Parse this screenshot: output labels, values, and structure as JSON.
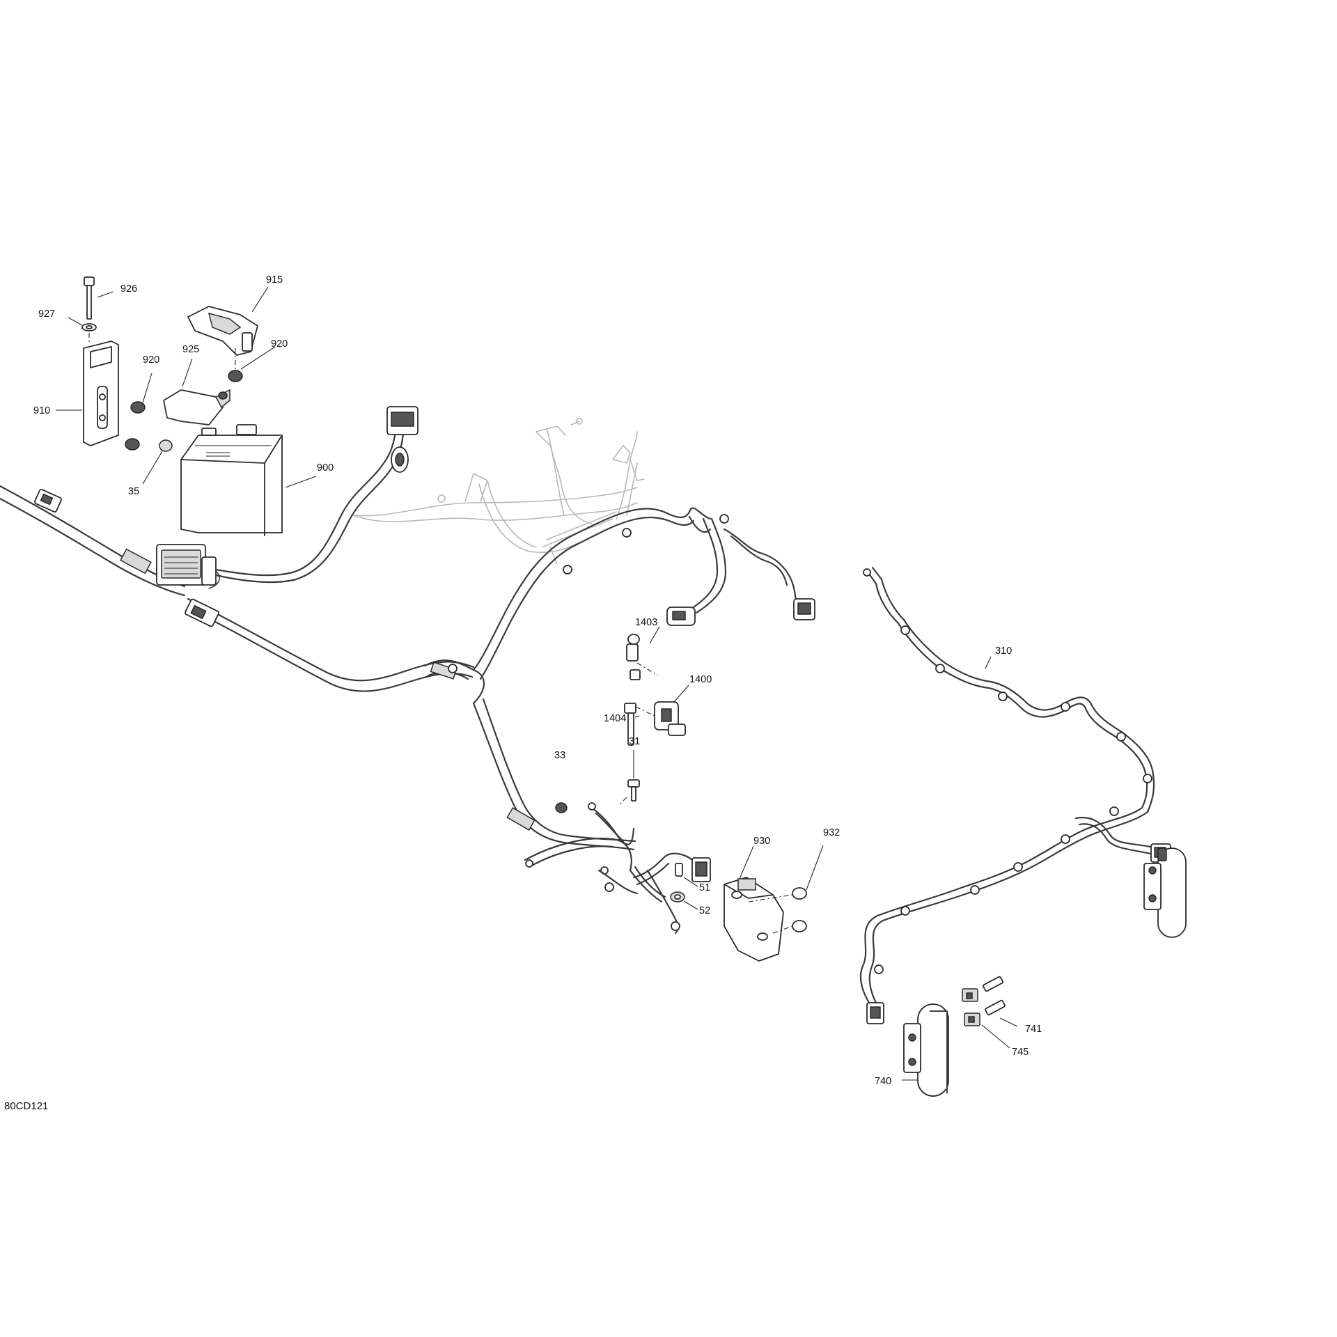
{
  "diagram": {
    "drawing_code": "80CD121",
    "callouts": [
      "926",
      "927",
      "915",
      "920",
      "925",
      "920",
      "910",
      "35",
      "900",
      "1403",
      "1400",
      "1404",
      "310",
      "31",
      "33",
      "930",
      "932",
      "51",
      "52",
      "741",
      "745",
      "740"
    ]
  }
}
